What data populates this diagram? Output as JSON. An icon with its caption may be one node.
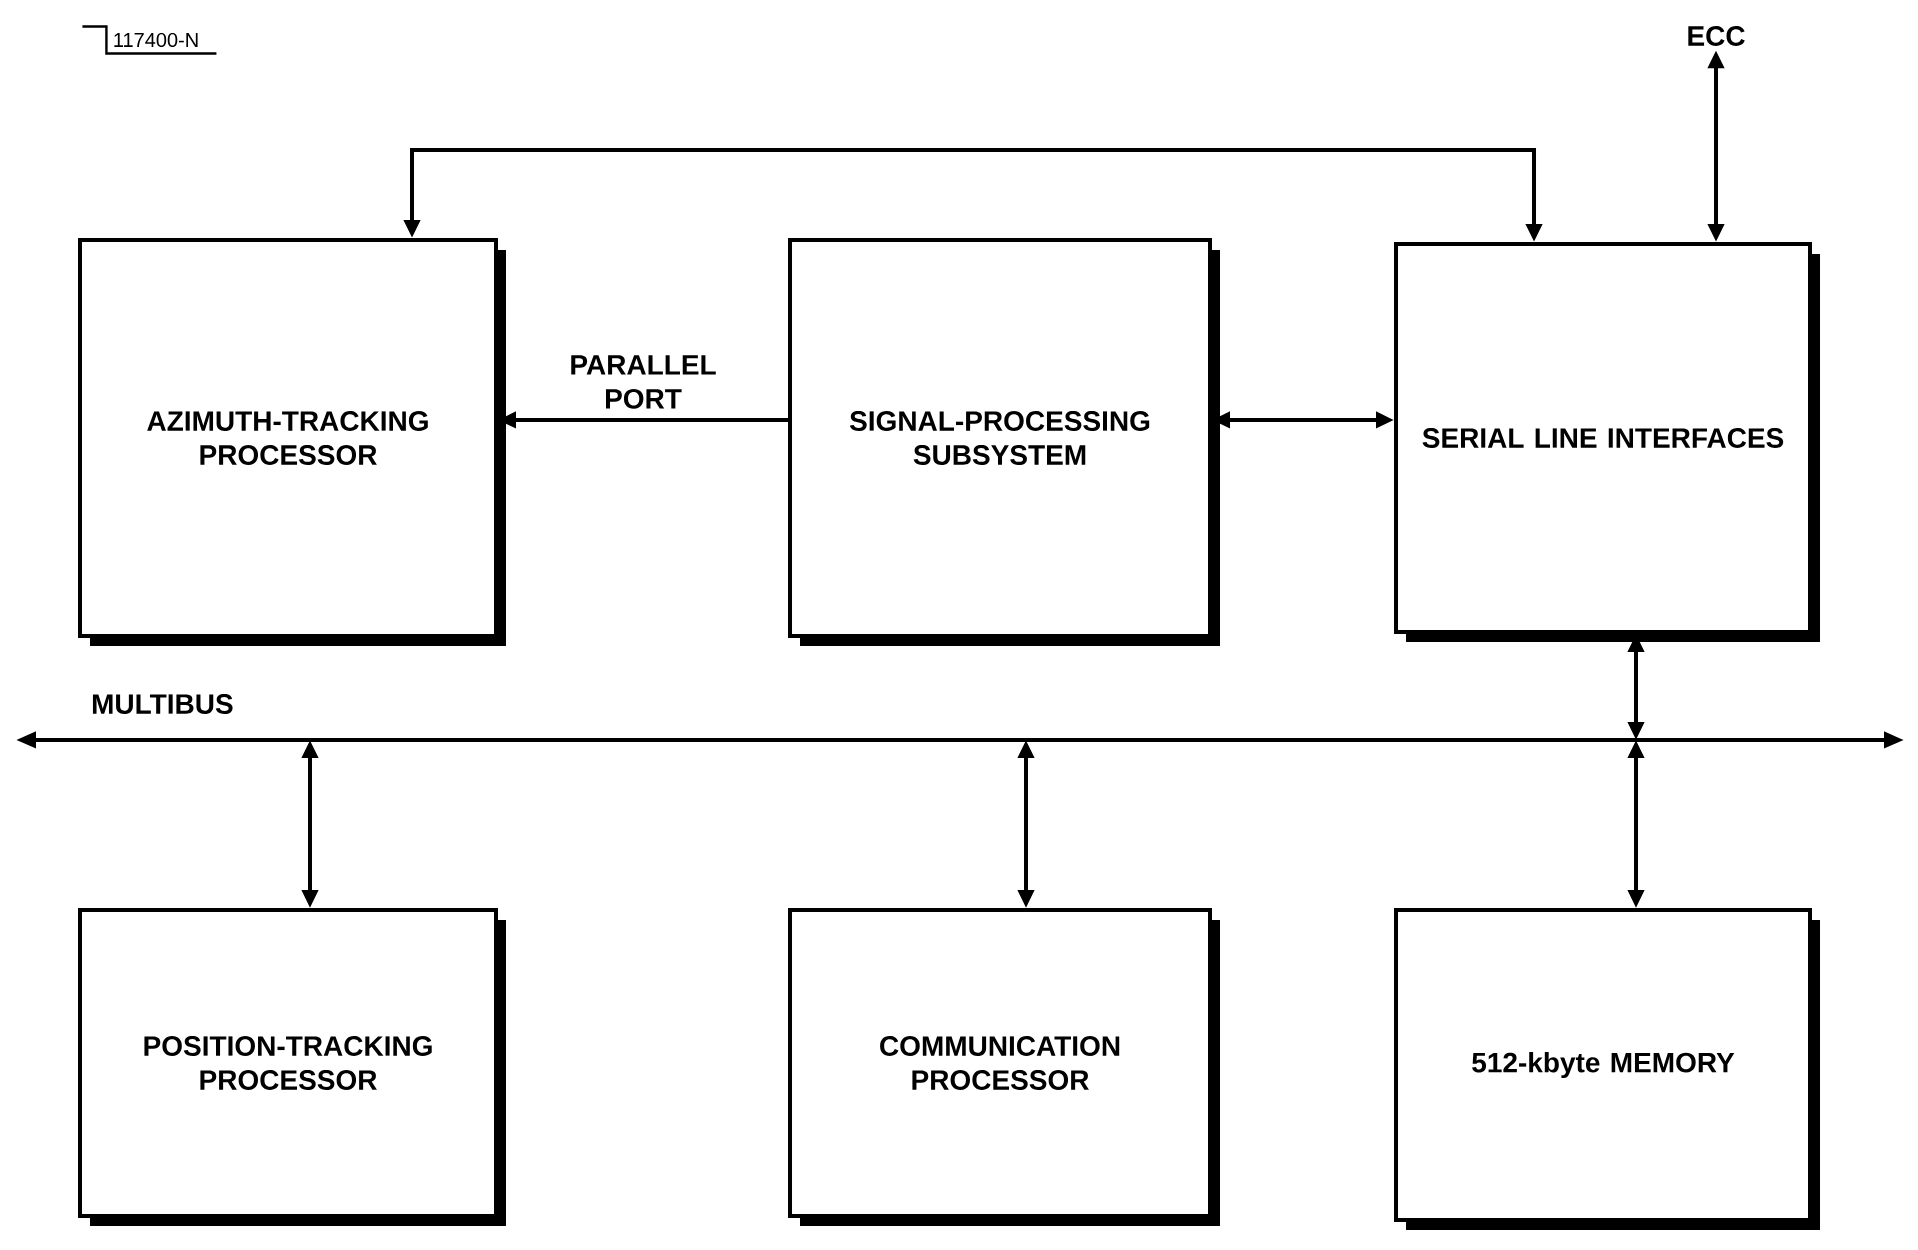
{
  "diagram": {
    "nodes": [
      {
        "text": [
          "AZIMUTH-TRACKING PROCESSOR"
        ]
      },
      {
        "text": [
          "SIGNAL-PROCESSING SUBSYSTEM"
        ]
      },
      {
        "text": [
          "SERIAL LINE INTERFACES"
        ]
      },
      {
        "text": [
          "POSITION-TRACKING PROCESSOR"
        ]
      },
      {
        "text": [
          "COMMUNICATION PROCESSOR"
        ]
      },
      {
        "text": [
          "512-kbyte MEMORY"
        ]
      },
      {
        "text": [],
        "shape": "bar",
        "beside": [
          "MULTIBUS"
        ]
      },
      {
        "text": [
          "ECC"
        ]
      }
    ],
    "edges": [
      {
        "from": 0,
        "to": 2,
        "arrow": "both"
      },
      {
        "from": 1,
        "to": 0,
        "arrow": "to",
        "label": "PARALLEL PORT"
      },
      {
        "from": 1,
        "to": 2,
        "arrow": "both"
      },
      {
        "from": 7,
        "to": 2,
        "arrow": "both"
      },
      {
        "from": 2,
        "to": 6,
        "arrow": "both"
      },
      {
        "from": 6,
        "to": 3,
        "arrow": "both"
      },
      {
        "from": 6,
        "to": 4,
        "arrow": "both"
      },
      {
        "from": 6,
        "to": 5,
        "arrow": "both"
      }
    ],
    "labels": [
      "117400-N"
    ]
  }
}
